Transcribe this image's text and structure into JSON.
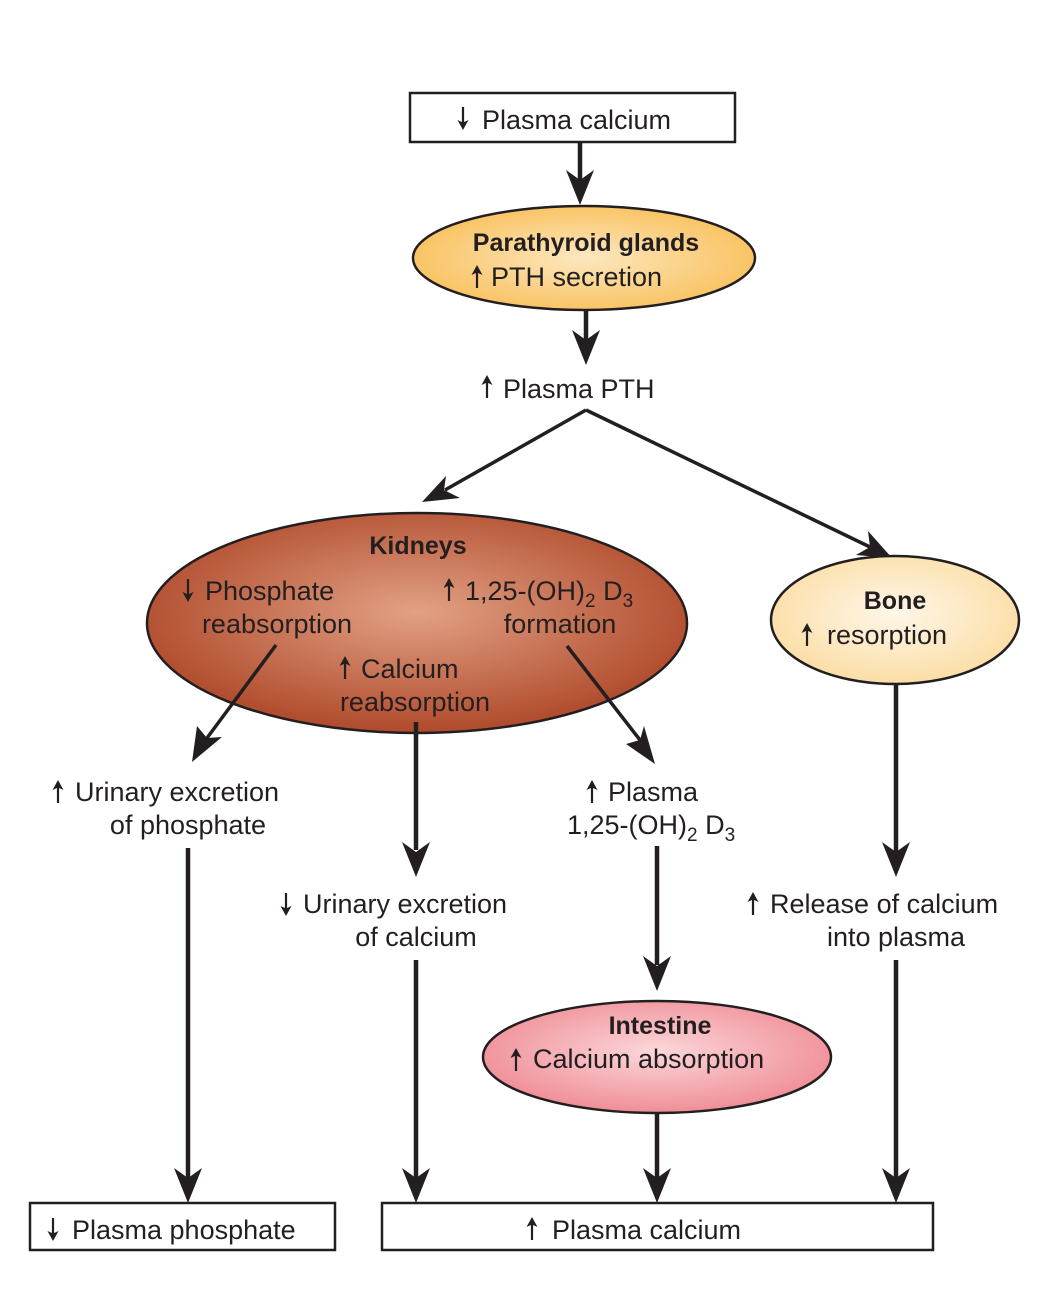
{
  "diagram": {
    "title_hidden": "",
    "nodes": {
      "start": {
        "arrow": "down",
        "text": "Plasma calcium"
      },
      "parathyroid": {
        "title": "Parathyroid glands",
        "arrow": "up",
        "text": "PTH secretion"
      },
      "plasma_pth": {
        "arrow": "up",
        "text": "Plasma PTH"
      },
      "kidneys": {
        "title": "Kidneys",
        "phosphate": {
          "arrow": "down",
          "line1": "Phosphate",
          "line2": "reabsorption"
        },
        "vitd": {
          "arrow": "up",
          "line1_pre": "1,25-(OH)",
          "sub1": "2",
          "line1_mid": " D",
          "sub2": "3",
          "line2": "formation"
        },
        "calcium": {
          "arrow": "up",
          "line1": "Calcium",
          "line2": "reabsorption"
        }
      },
      "bone": {
        "title": "Bone",
        "arrow": "up",
        "text": "resorption"
      },
      "urinary_phosphate": {
        "arrow": "up",
        "line1": "Urinary excretion",
        "line2": "of phosphate"
      },
      "urinary_calcium": {
        "arrow": "down",
        "line1": "Urinary excretion",
        "line2": "of calcium"
      },
      "plasma_vitd": {
        "arrow": "up",
        "line1": "Plasma",
        "line2_pre": "1,25-(OH)",
        "sub1": "2",
        "line2_mid": " D",
        "sub2": "3"
      },
      "release_calcium": {
        "arrow": "up",
        "line1": "Release of calcium",
        "line2": "into plasma"
      },
      "intestine": {
        "title": "Intestine",
        "arrow": "up",
        "text": "Calcium absorption"
      },
      "end_phosphate": {
        "arrow": "down",
        "text": "Plasma phosphate"
      },
      "end_calcium": {
        "arrow": "up",
        "text": "Plasma calcium"
      }
    },
    "colors": {
      "parathyroid_center": "#fde7c0",
      "parathyroid_edge": "#f9c465",
      "kidneys_center": "#e2a184",
      "kidneys_edge": "#b04a2c",
      "bone_center": "#fff6e8",
      "bone_edge": "#fbdea6",
      "intestine_center": "#fbd7da",
      "intestine_edge": "#f08e97",
      "ink": "#231f20"
    }
  }
}
